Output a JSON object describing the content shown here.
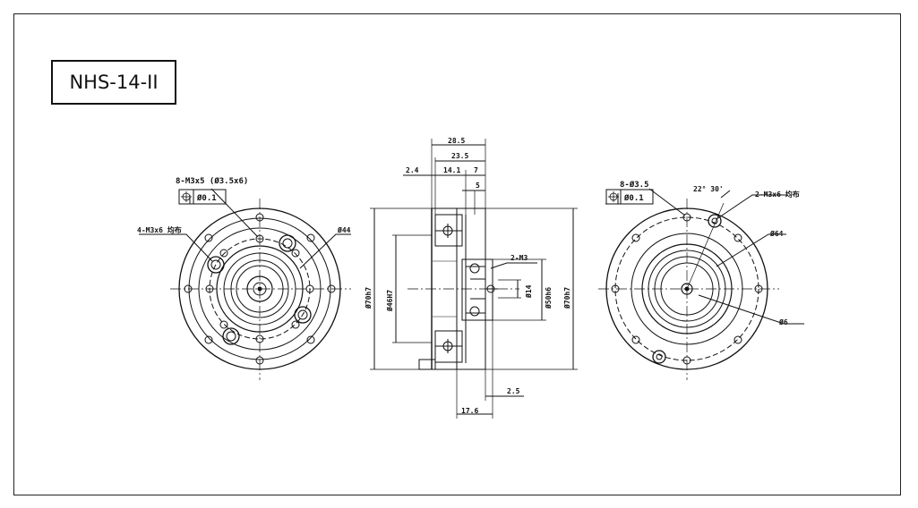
{
  "model": "NHS-14-II",
  "left_view": {
    "holes_callout": "8-M3x5 (Ø3.5x6)",
    "tolerance": "Ø0.1",
    "side_holes": "4-M3x6 均布",
    "diameter": "Ø44"
  },
  "side_view": {
    "dims": {
      "total_width": "28.5",
      "width_235": "23.5",
      "d24": "2.4",
      "d141": "14.1",
      "d7": "7",
      "d5": "5",
      "m3": "2-M3",
      "d25": "2.5",
      "bottom_width": "17.6",
      "d70_left": "Ø70h7",
      "d46_left": "Ø46H7",
      "d14": "Ø14",
      "d50": "Ø50h6",
      "d70_right": "Ø70h7"
    }
  },
  "right_view": {
    "holes_callout": "8-Ø3.5",
    "tolerance": "Ø0.1",
    "angle": "22° 30'",
    "side_holes": "2-M3x6 均布",
    "diameter": "Ø64",
    "bore": "Ø6"
  }
}
